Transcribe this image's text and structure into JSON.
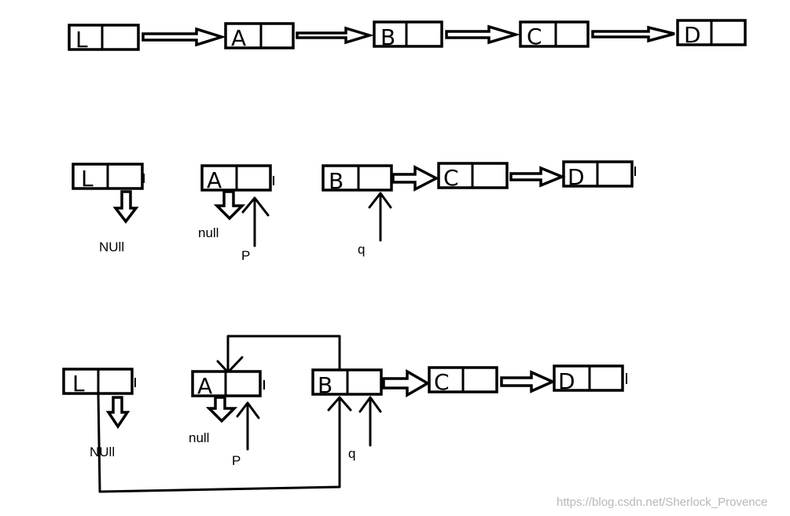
{
  "diagram": {
    "row1": {
      "nodes": [
        "L",
        "A",
        "B",
        "C",
        "D"
      ]
    },
    "row2": {
      "nodes": [
        "L",
        "A",
        "B",
        "C",
        "D"
      ],
      "labels": {
        "l_null": "NUll",
        "a_null": "null",
        "p": "P",
        "q": "q"
      }
    },
    "row3": {
      "nodes": [
        "L",
        "A",
        "B",
        "C",
        "D"
      ],
      "labels": {
        "l_null": "NUll",
        "a_null": "null",
        "p": "P",
        "q": "q"
      }
    },
    "watermark": "https://blog.csdn.net/Sherlock_Provence"
  }
}
